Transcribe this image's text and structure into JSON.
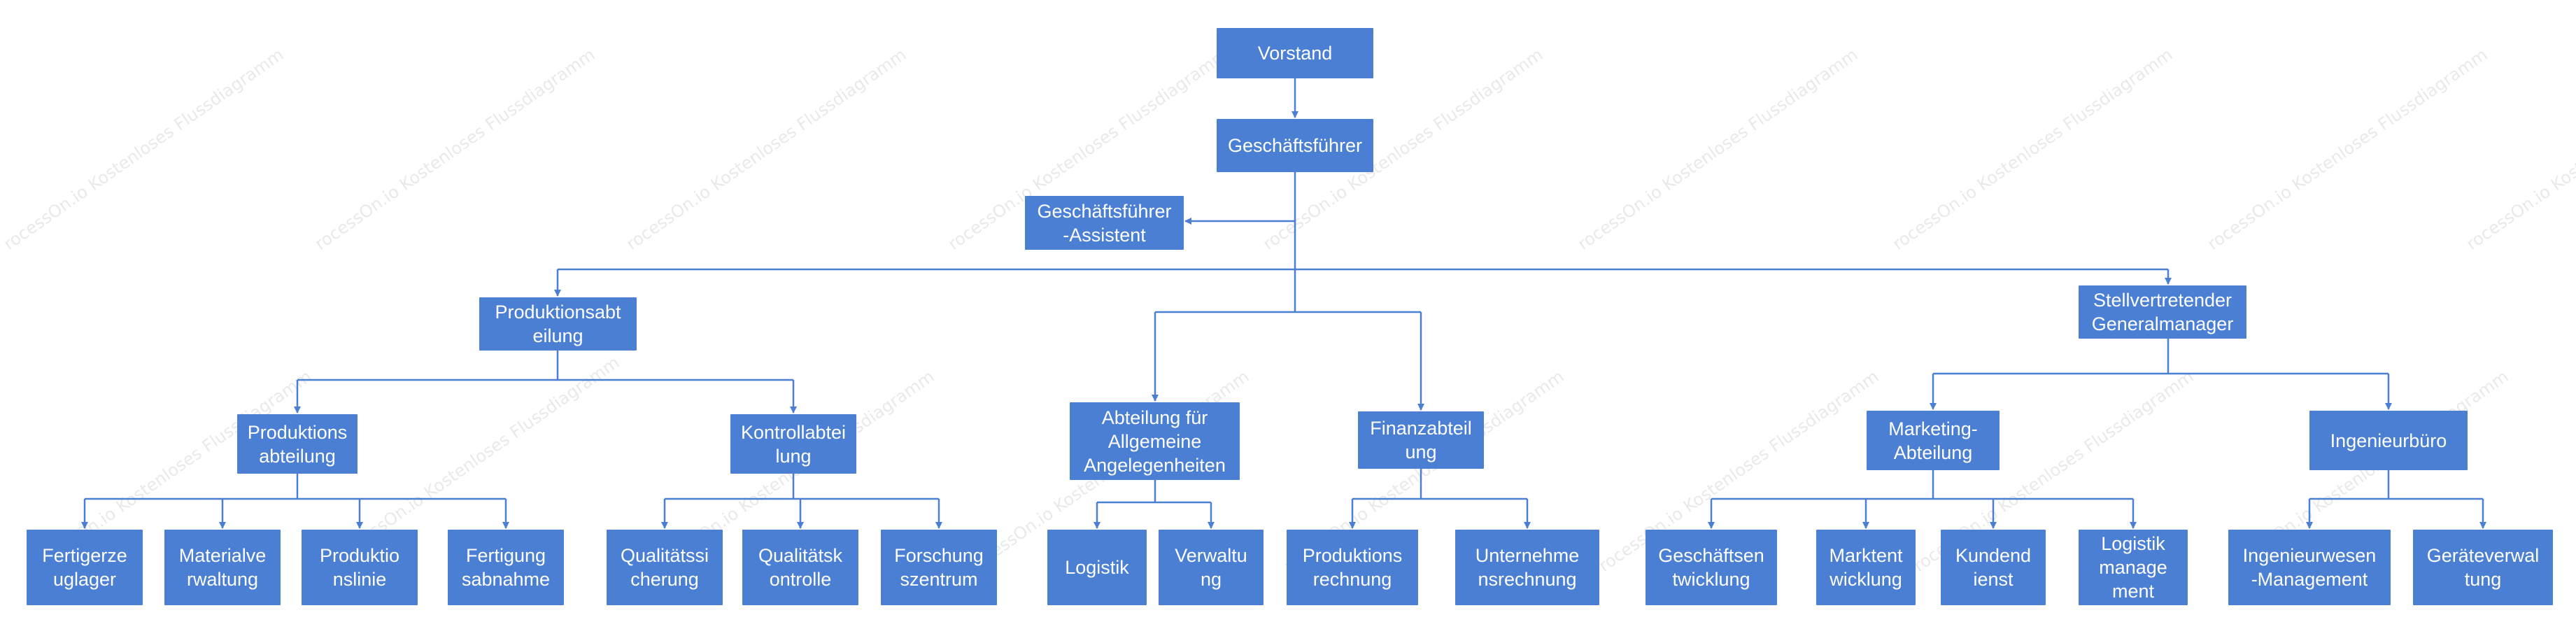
{
  "watermark_text": "rocessOn.io Kostenloses Flussdiagramm",
  "colors": {
    "node_fill": "#4a7fd4",
    "node_text": "#ffffff",
    "connector": "#4a7fd4",
    "background": "#ffffff"
  },
  "nodes": {
    "vorstand": "Vorstand",
    "geschaeftsfuehrer": "Geschäftsführer",
    "assistent": "Geschäftsführer\n-Assistent",
    "produktionsabteilung_top": "Produktionsabt\neilung",
    "abteilung_allgemeine": "Abteilung für\nAllgemeine\nAngelegenheiten",
    "finanzabteilung": "Finanzabteil\nung",
    "stellvertretender": "Stellvertretender\nGeneralmanager",
    "produktionsabteilung_sub": "Produktions\nabteilung",
    "kontrollabteilung": "Kontrollabtei\nlung",
    "marketing": "Marketing-\nAbteilung",
    "ingenieurbuero": "Ingenieurbüro",
    "fertigerzeuglager": "Fertigerze\nuglager",
    "materialverwaltung": "Materialve\nrwaltung",
    "produktionslinie": "Produktio\nnslinie",
    "fertigungsabnahme": "Fertigung\nsabnahme",
    "qualitaetssicherung": "Qualitätssi\ncherung",
    "qualitaetskontrolle": "Qualitätsk\nontrolle",
    "forschungszentrum": "Forschung\nszentrum",
    "logistik": "Logistik",
    "verwaltung": "Verwaltu\nng",
    "produktionsrechnung": "Produktions\nrechnung",
    "unternehmensrechnung": "Unternehme\nnsrechnung",
    "geschaeftsentwicklung": "Geschäftsen\ntwicklung",
    "marktentwicklung": "Marktent\nwicklung",
    "kundendienst": "Kundend\nienst",
    "logistikmanagement": "Logistik\nmanage\nment",
    "ingenieurwesen": "Ingenieurwesen\n-Management",
    "geraeteverwaltung": "Geräteverwal\ntung"
  }
}
